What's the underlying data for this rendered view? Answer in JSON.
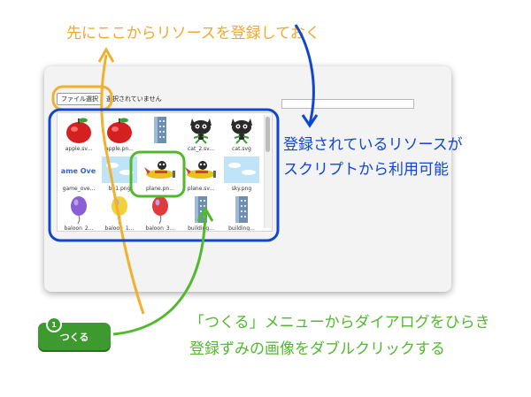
{
  "annotations": {
    "top": "先にここからリソースを登録しておく",
    "blue_line1": "登録されているリソースが",
    "blue_line2": "スクリプトから利用可能",
    "green_line1": "「つくる」メニューからダイアログをひらき",
    "green_line2": "登録ずみの画像をダブルクリックする"
  },
  "dialog": {
    "file_button": "ファイル選択",
    "file_status": "選択されていません"
  },
  "resources": [
    {
      "label": "apple.sv...",
      "icon": "apple-icon"
    },
    {
      "label": "apple.pn...",
      "icon": "apple-icon"
    },
    {
      "label": "",
      "icon": "building-icon"
    },
    {
      "label": "cat_2.sv...",
      "icon": "cat-icon"
    },
    {
      "label": "cat.svg",
      "icon": "cat-icon"
    },
    {
      "label": "game_ove...",
      "icon": "game-over-icon",
      "text": "Game Over!"
    },
    {
      "label": "bg1.png",
      "icon": "sky-icon"
    },
    {
      "label": "plane.pn...",
      "icon": "plane-icon"
    },
    {
      "label": "plane.sv...",
      "icon": "plane-icon"
    },
    {
      "label": "sky.png",
      "icon": "sky-icon"
    },
    {
      "label": "baloon_2...",
      "icon": "balloon-icon"
    },
    {
      "label": "baloon_1...",
      "icon": "balloon-icon"
    },
    {
      "label": "baloon_3...",
      "icon": "balloon-icon"
    },
    {
      "label": "building...",
      "icon": "building-icon"
    },
    {
      "label": "building...",
      "icon": "building-icon"
    }
  ],
  "button": {
    "badge": "1",
    "label": "つくる"
  },
  "colors": {
    "orange": "#f0a830",
    "blue": "#1046d0",
    "green": "#52b92e",
    "button_green": "#3d9a2e"
  }
}
